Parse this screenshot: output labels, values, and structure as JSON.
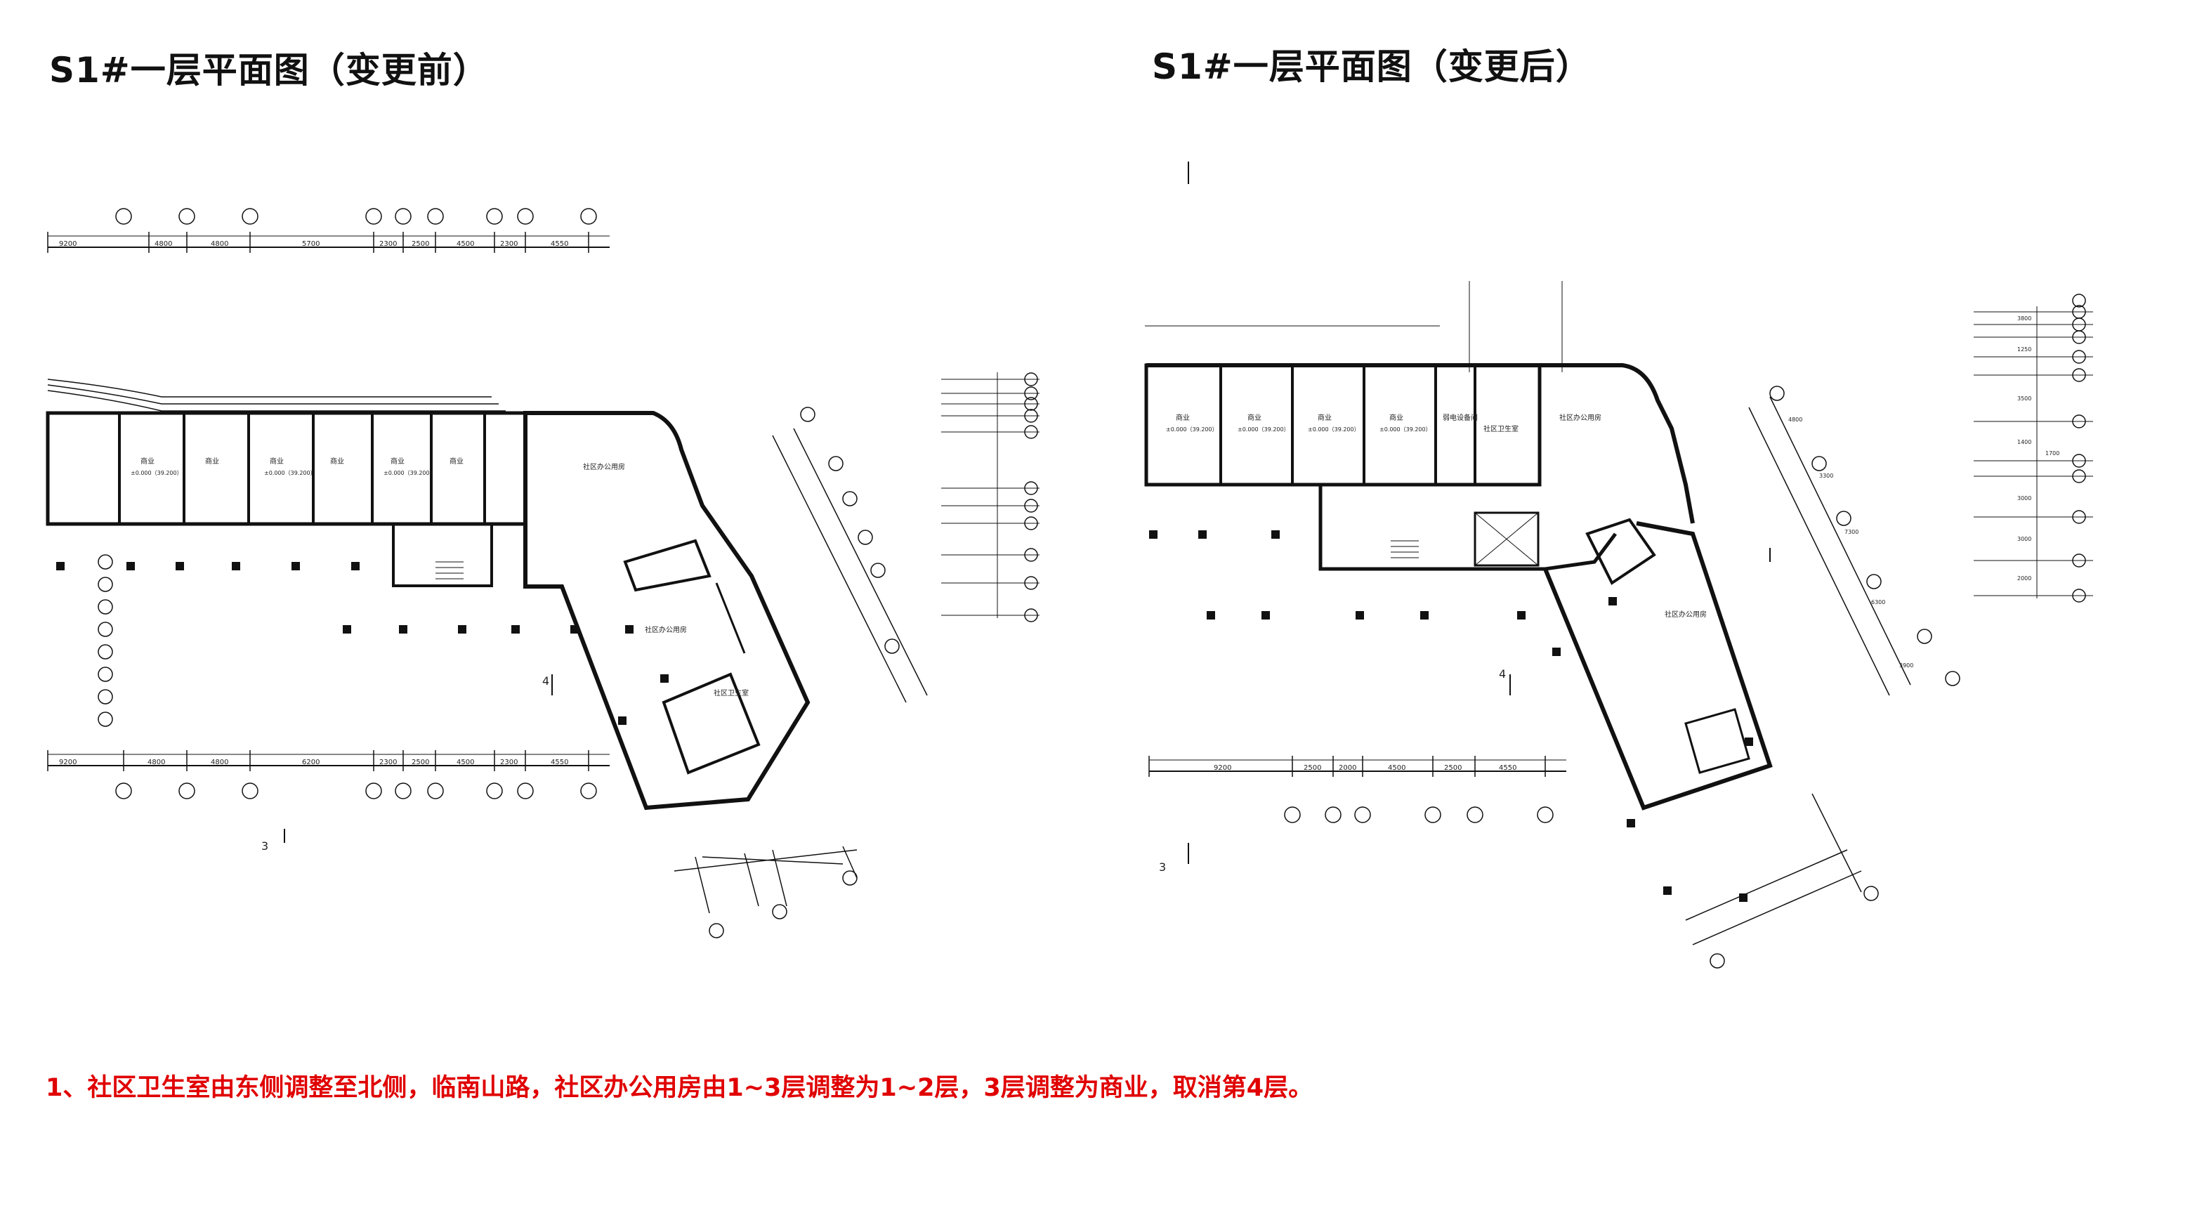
{
  "titles": {
    "before": "S1#一层平面图（变更前）",
    "after": "S1#一层平面图（变更后）"
  },
  "note": "1、社区卫生室由东侧调整至北侧，临南山路，社区办公用房由1~3层调整为1~2层，3层调整为商业，取消第4层。",
  "before_plan": {
    "top_dims": [
      "9200",
      "4800",
      "4800",
      "5700",
      "2300",
      "2500",
      "4500",
      "2300",
      "4550"
    ],
    "bottom_dims": [
      "9200",
      "4800",
      "4800",
      "6200",
      "2300",
      "2500",
      "4500",
      "2300",
      "4550"
    ],
    "room_shop": "商业",
    "room_elev": "±0.000（39.200）",
    "room_office_top": "社区办公用房",
    "room_office_mid": "社区办公用房",
    "room_clinic": "社区卫生室",
    "section_a": "3",
    "section_b": "4"
  },
  "after_plan": {
    "bottom_dims": [
      "9200",
      "2500",
      "2000",
      "4500",
      "2500",
      "4550"
    ],
    "room_shop": "商业",
    "room_elev": "±0.000（39.200）",
    "room_cable": "弱电设备间",
    "room_clinic": "社区卫生室",
    "room_office_top": "社区办公用房",
    "room_office_mid": "社区办公用房",
    "right_dims": [
      "3800",
      "1250",
      "3500",
      "1400",
      "1700",
      "3000",
      "3000",
      "2000"
    ],
    "diag_dims": [
      "4800",
      "3300",
      "7300",
      "6300",
      "3900"
    ],
    "section_a": "3",
    "section_b": "4"
  },
  "colors": {
    "line": "#111111",
    "note": "#e00000"
  }
}
